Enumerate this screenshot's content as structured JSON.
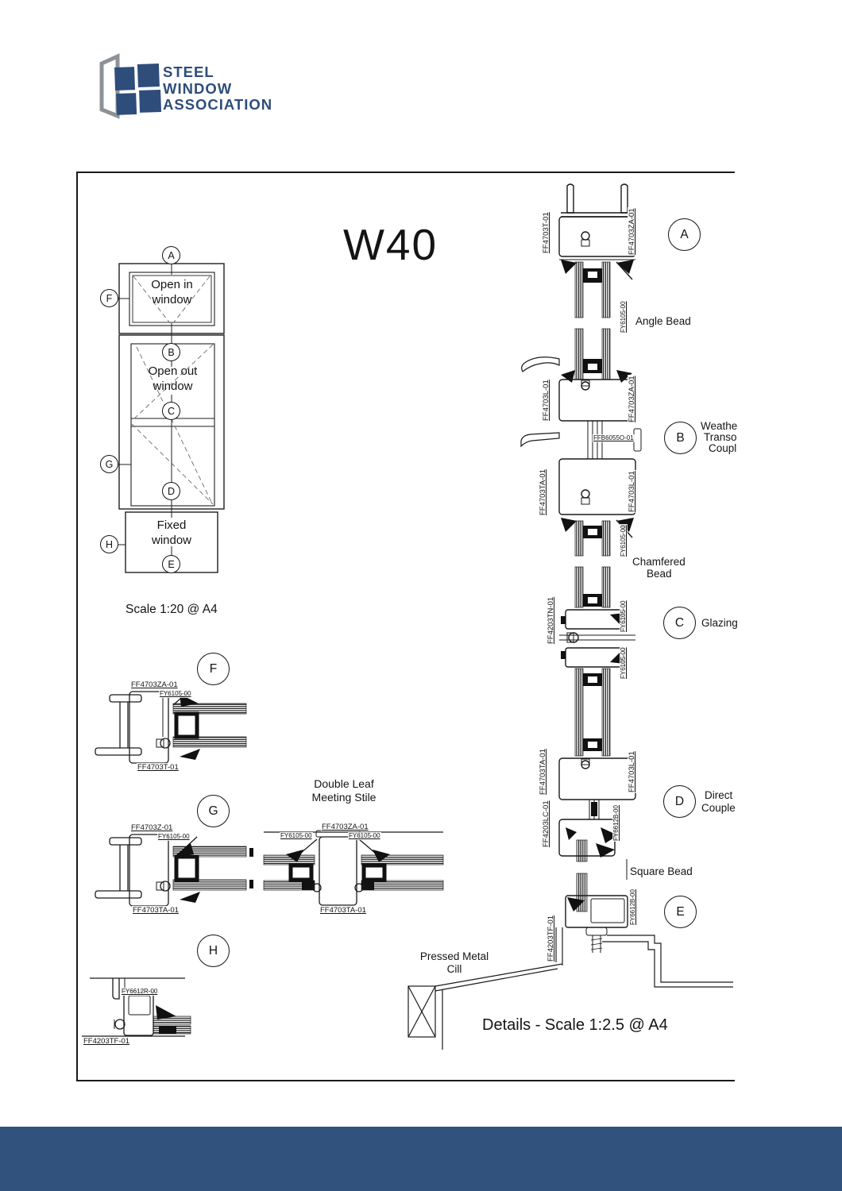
{
  "logo": {
    "line1": "STEEL",
    "line2": "WINDOW",
    "line3": "ASSOCIATION"
  },
  "sheet": {
    "title": "W40",
    "elevation_scale": "Scale 1:20 @ A4",
    "details_scale": "Details - Scale 1:2.5 @ A4"
  },
  "elevation": {
    "open_in_1": "Open in",
    "open_in_2": "window",
    "open_out_1": "Open out",
    "open_out_2": "window",
    "fixed_1": "Fixed",
    "fixed_2": "window"
  },
  "markers": {
    "a": "A",
    "b": "B",
    "c": "C",
    "d": "D",
    "e": "E",
    "f": "F",
    "g": "G",
    "h": "H"
  },
  "annotations": {
    "angle_bead": "Angle Bead",
    "weathered_1": "Weathe",
    "weathered_2": "Transo",
    "weathered_3": "Coupl",
    "chamfered_1": "Chamfered",
    "chamfered_2": "Bead",
    "glazing": "Glazing",
    "direct_1": "Direct",
    "direct_2": "Couple",
    "square_bead": "Square Bead",
    "cill_1": "Pressed Metal",
    "cill_2": "Cill",
    "stile_1": "Double Leaf",
    "stile_2": "Meeting Stile"
  },
  "parts": {
    "ff4703t": "FF4703T-01",
    "ff4703za": "FF4703ZA-01",
    "ff4703l": "FF4703L-01",
    "ff4703ta": "FF4703TA-01",
    "ff4703z": "FF4703Z-01",
    "ff4203tn": "FF4203TN-01",
    "ff4203lc": "FF4203LC-01",
    "ff4203tf": "FF4203TF-01",
    "ffb6055o": "FFB6055O-01",
    "fy6105": "FY6105-00",
    "fy6612b": "FY6612B-00",
    "fy6612r": "FY6612R-00"
  },
  "colors": {
    "brand_blue": "#2e4d7a",
    "footer_blue": "#30527d",
    "line": "#1a1a1a"
  }
}
